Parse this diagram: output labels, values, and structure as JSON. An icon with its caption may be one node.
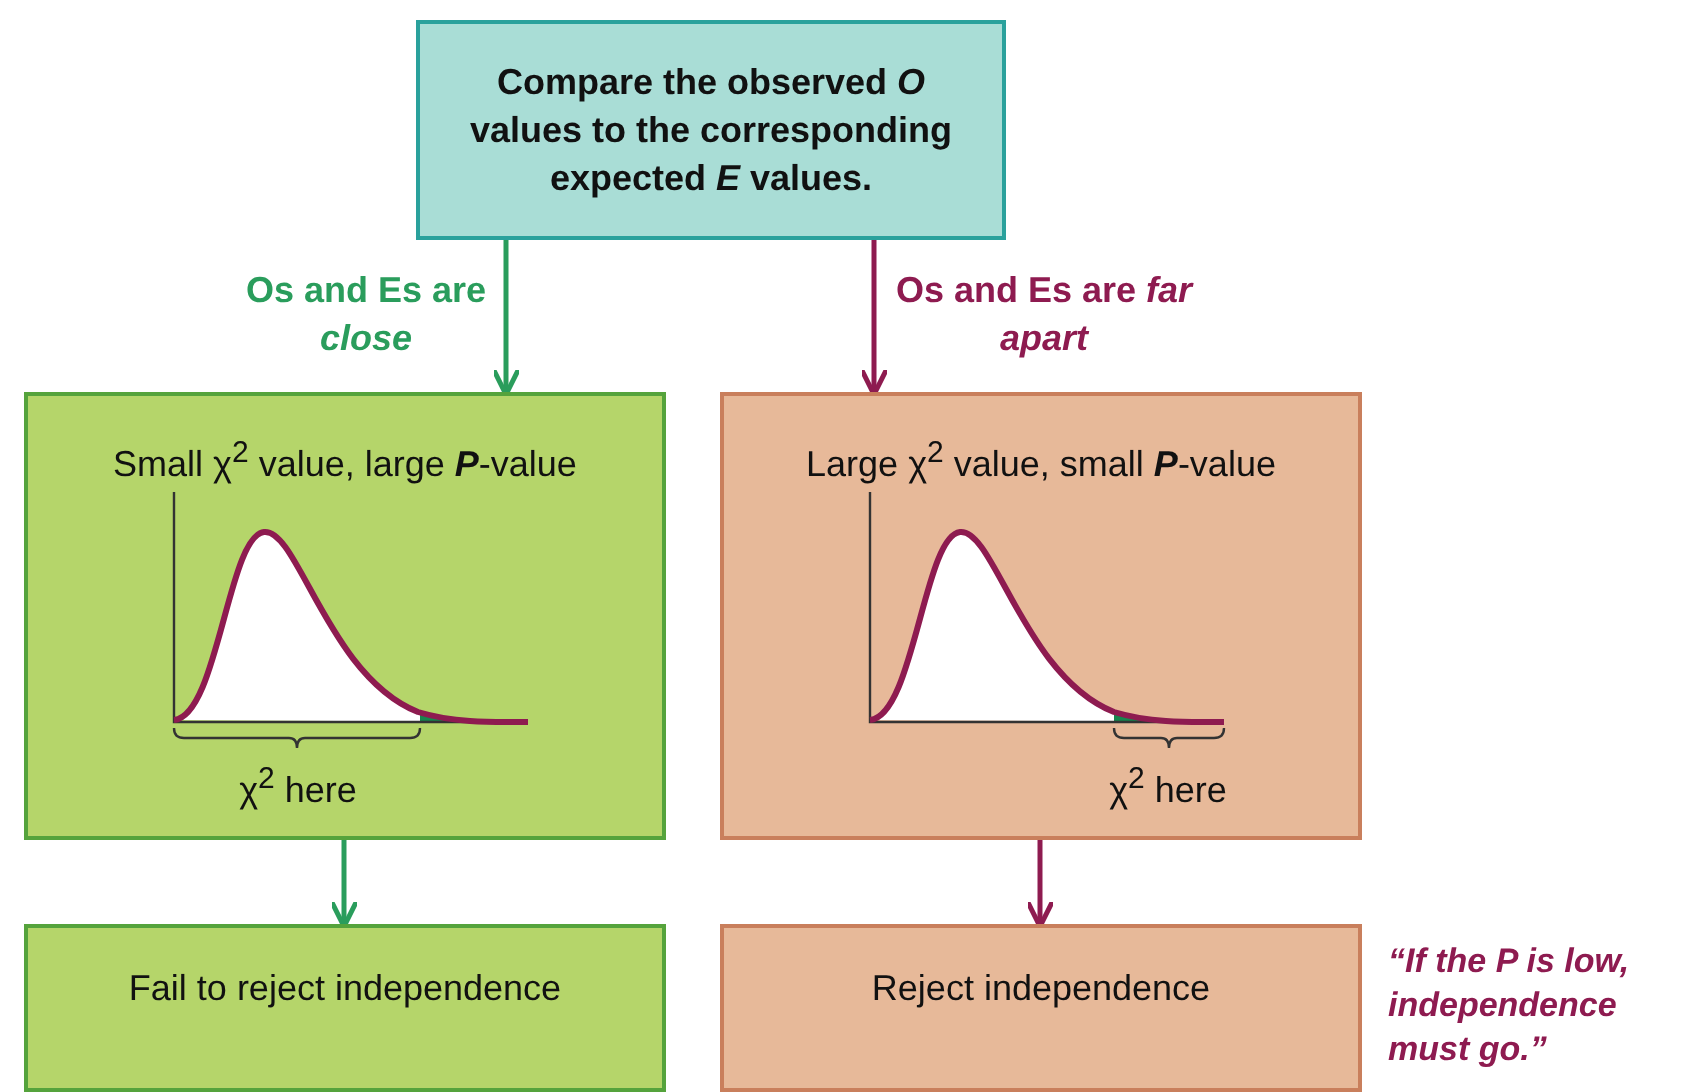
{
  "diagram": {
    "nodes": [
      {
        "text": [
          "Compare the observed *O* values to the corresponding expected *E* values."
        ]
      },
      {
        "text": [
          "Small χ$^{2}$ value, large **P**-value",
          "χ$^{2}$ here"
        ]
      },
      {
        "text": [
          "Large χ$^{2}$ value, small **P**-value",
          "χ$^{2}$ here"
        ]
      },
      {
        "text": [
          "Fail to reject independence"
        ]
      },
      {
        "text": [
          "Reject independence"
        ],
        "beside": [
          "“If the P is low, independence must go.”"
        ]
      }
    ],
    "edges": [
      {
        "from": 0,
        "to": 1,
        "arrow": "to",
        "label": "Os and Es are *close*",
        "color": "#2a9d5c"
      },
      {
        "from": 0,
        "to": 2,
        "arrow": "to",
        "label": "Os and Es are *far apart*",
        "color": "#8e1b50"
      },
      {
        "from": 1,
        "to": 3,
        "arrow": "to",
        "color": "#2a9d5c"
      },
      {
        "from": 2,
        "to": 4,
        "arrow": "to",
        "color": "#8e1b50"
      }
    ]
  }
}
